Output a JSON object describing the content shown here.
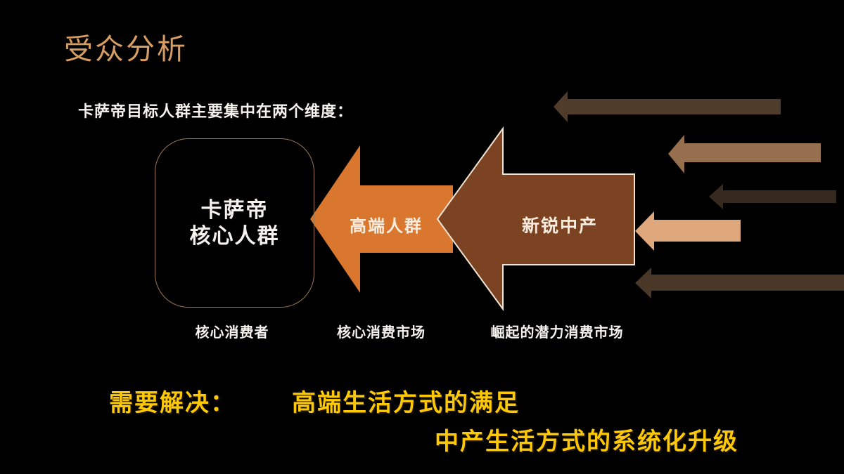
{
  "slide": {
    "title": "受众分析",
    "subtitle": "卡萨帝目标人群主要集中在两个维度：",
    "core_box": {
      "line1": "卡萨帝",
      "line2": "核心人群",
      "caption": "核心消费者"
    },
    "premium_arrow": {
      "label": "高端人群",
      "caption": "核心消费市场"
    },
    "middle_arrow": {
      "label": "新锐中产",
      "caption": "崛起的潜力消费市场"
    },
    "conclusion": {
      "prefix": "需要解决：",
      "line1": "高端生活方式的满足",
      "line2": "中产生活方式的系统化升级"
    }
  },
  "colors": {
    "bg": "#000000",
    "title": "#D79D63",
    "text": "#F5F2EE",
    "box_border": "#9C7850",
    "orange_arrow": "#D9772F",
    "brown_arrow": "#7B4322",
    "brown_border": "#F2E4D4",
    "arrow_label": "#F8ECDF",
    "arrow_a": "#4F3C2B",
    "arrow_b": "#96704E",
    "arrow_c": "#362A1F",
    "arrow_d": "#DEA77C",
    "arrow_e": "#493727",
    "yellow": "#FCC808"
  }
}
